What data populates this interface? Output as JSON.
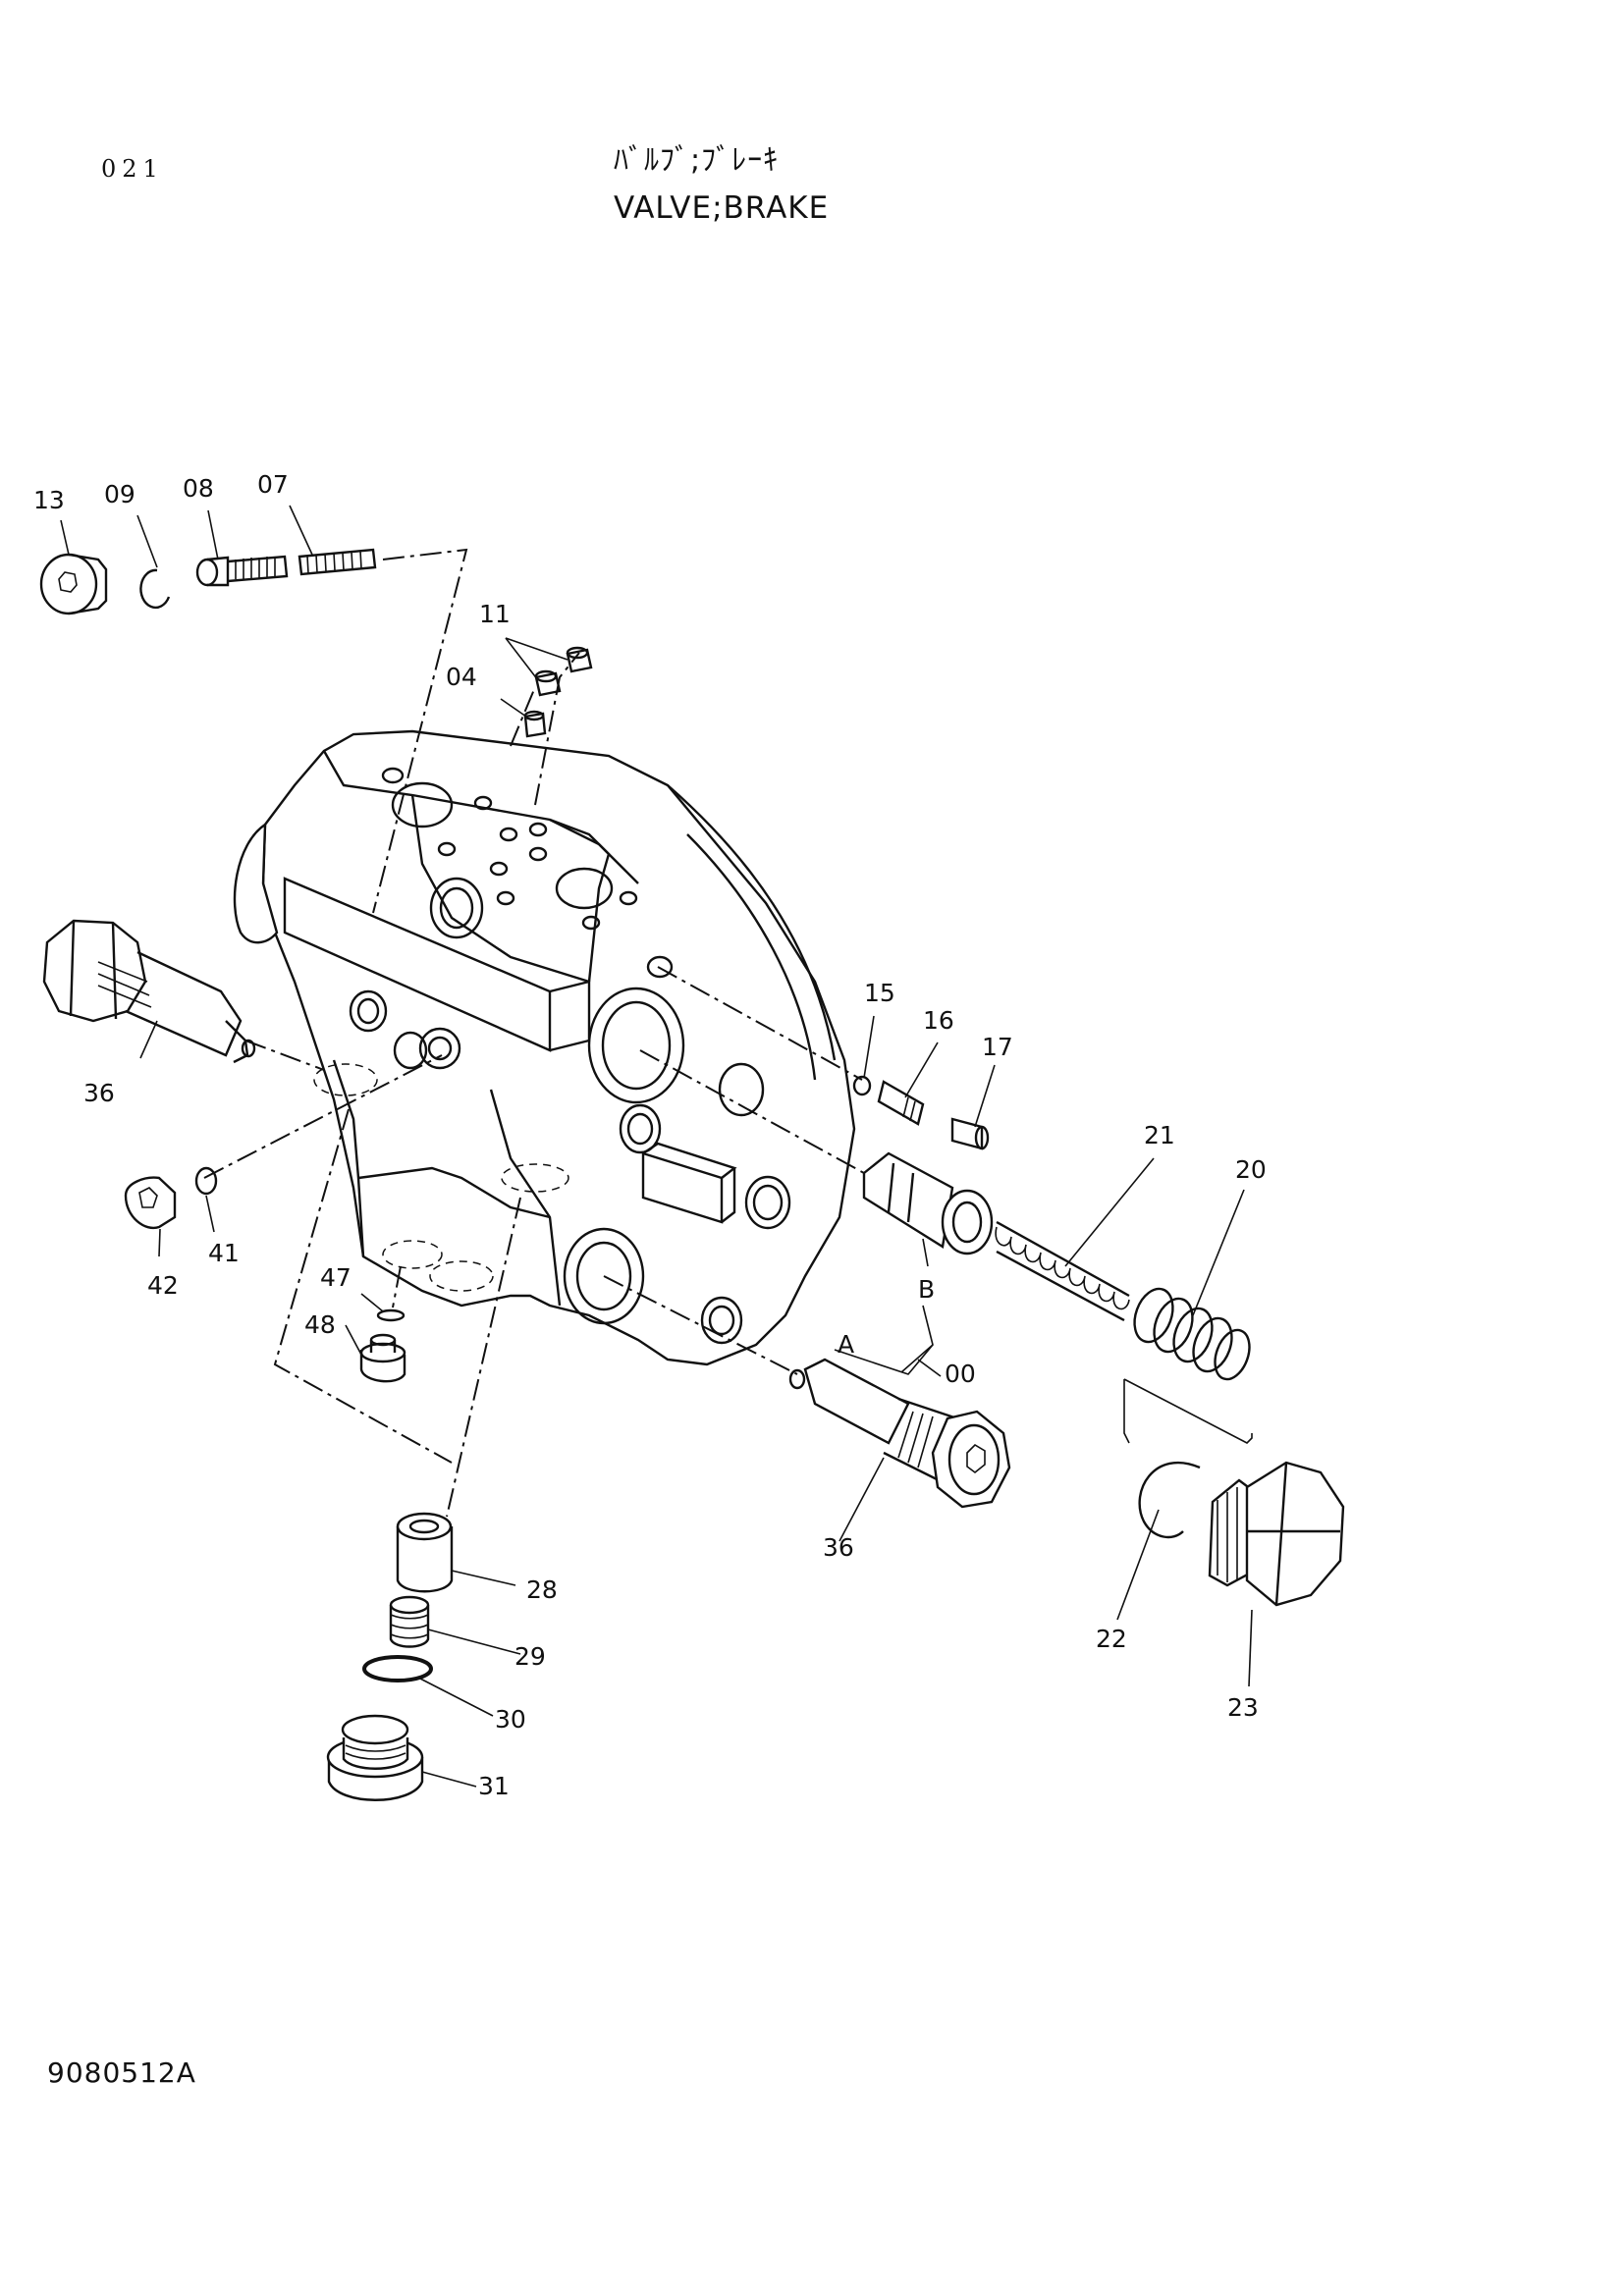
{
  "header": {
    "page_number": "021",
    "title_jp": "ﾊﾞﾙﾌﾞ;ﾌﾞﾚｰｷ",
    "title_en": "VALVE;BRAKE"
  },
  "footer": {
    "drawing_number": "9080512A"
  },
  "callouts": {
    "c13": "13",
    "c09": "09",
    "c08": "08",
    "c07": "07",
    "c11": "11",
    "c04": "04",
    "c15": "15",
    "c16": "16",
    "c17": "17",
    "c21": "21",
    "c20": "20",
    "c36a": "36",
    "c36b": "36",
    "c41": "41",
    "c42": "42",
    "c47": "47",
    "c48": "48",
    "cB": "B",
    "cA": "A",
    "c00": "00",
    "c22": "22",
    "c23": "23",
    "c28": "28",
    "c29": "29",
    "c30": "30",
    "c31": "31"
  }
}
